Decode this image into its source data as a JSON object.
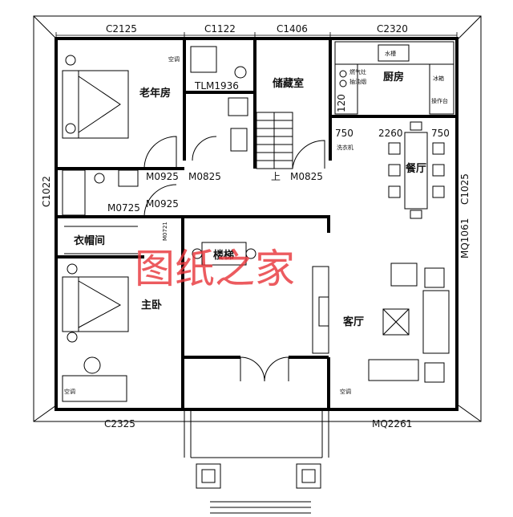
{
  "window_codes": {
    "top_left": "C2125",
    "top_mid": "C1122",
    "top_store": "C1406",
    "top_right": "C2320",
    "left": "C1022",
    "right": "C1025",
    "right_lower": "MQ1061",
    "bottom_left": "C2325",
    "bottom_right": "MQ2261"
  },
  "door_codes": {
    "m0925_a": "M0925",
    "m0825_a": "M0825",
    "m0825_b": "M0825",
    "m0725": "M0725",
    "m0925_b": "M0925",
    "tlm": "TLM1936",
    "m0721": "M0721"
  },
  "rooms": {
    "elder": "老年房",
    "storage": "储藏室",
    "kitchen": "厨房",
    "dining": "餐厅",
    "closet": "衣帽间",
    "stair_hall": "楼梯",
    "master": "主卧",
    "living": "客厅"
  },
  "dims": {
    "d120": "120",
    "d750a": "750",
    "d2260": "2260",
    "d750b": "750"
  },
  "small_labels": {
    "ac1": "空调",
    "ac2": "空调",
    "ac3": "空调",
    "gas_stove": "燃气灶",
    "range_hood": "抽油烟",
    "sink": "水槽",
    "fridge": "冰箱",
    "washer": "洗衣机",
    "cabinet": "操作台",
    "up": "上"
  },
  "watermark": "图纸之家"
}
